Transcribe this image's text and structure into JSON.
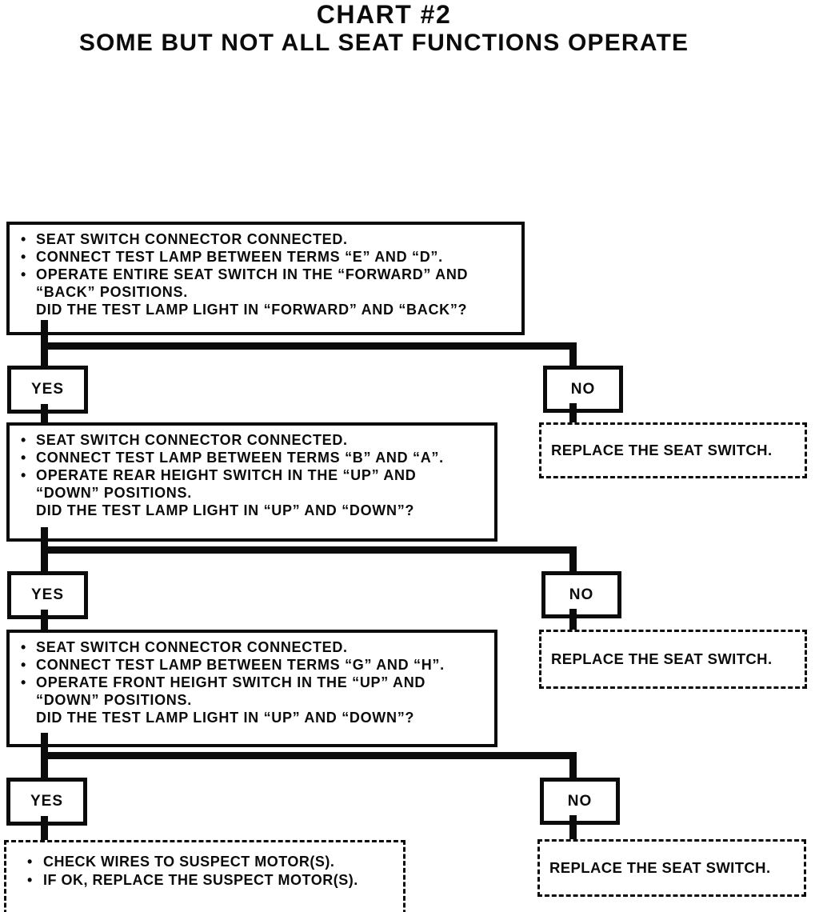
{
  "title": {
    "line1": "CHART #2",
    "line2": "SOME BUT NOT ALL SEAT FUNCTIONS OPERATE"
  },
  "glyphs": {
    "bullet": "•"
  },
  "colors": {
    "ink": "#0b0b0b",
    "paper": "#ffffff"
  },
  "flow": {
    "steps": [
      {
        "lines": [
          "SEAT SWITCH CONNECTOR CONNECTED.",
          "CONNECT TEST LAMP BETWEEN TERMS “E” AND “D”.",
          "OPERATE ENTIRE SEAT SWITCH IN THE “FORWARD” AND",
          "“BACK” POSITIONS.",
          "DID THE TEST LAMP LIGHT IN “FORWARD” AND “BACK”?"
        ],
        "yes_label": "YES",
        "no_label": "NO",
        "no_outcome": "REPLACE THE SEAT SWITCH."
      },
      {
        "lines": [
          "SEAT SWITCH CONNECTOR CONNECTED.",
          "CONNECT TEST LAMP BETWEEN TERMS “B” AND “A”.",
          "OPERATE REAR HEIGHT SWITCH IN THE “UP” AND",
          "“DOWN” POSITIONS.",
          "DID THE TEST LAMP LIGHT IN “UP” AND “DOWN”?"
        ],
        "yes_label": "YES",
        "no_label": "NO",
        "no_outcome": "REPLACE THE SEAT SWITCH."
      },
      {
        "lines": [
          "SEAT SWITCH CONNECTOR CONNECTED.",
          "CONNECT TEST LAMP BETWEEN TERMS “G” AND “H”.",
          "OPERATE FRONT HEIGHT SWITCH IN THE “UP” AND",
          "“DOWN” POSITIONS.",
          "DID THE TEST LAMP LIGHT IN “UP” AND “DOWN”?"
        ],
        "yes_label": "YES",
        "no_label": "NO",
        "no_outcome": "REPLACE THE SEAT SWITCH."
      }
    ],
    "final_outcome": {
      "lines": [
        "CHECK WIRES TO SUSPECT MOTOR(S).",
        "IF OK, REPLACE THE SUSPECT MOTOR(S)."
      ]
    }
  }
}
